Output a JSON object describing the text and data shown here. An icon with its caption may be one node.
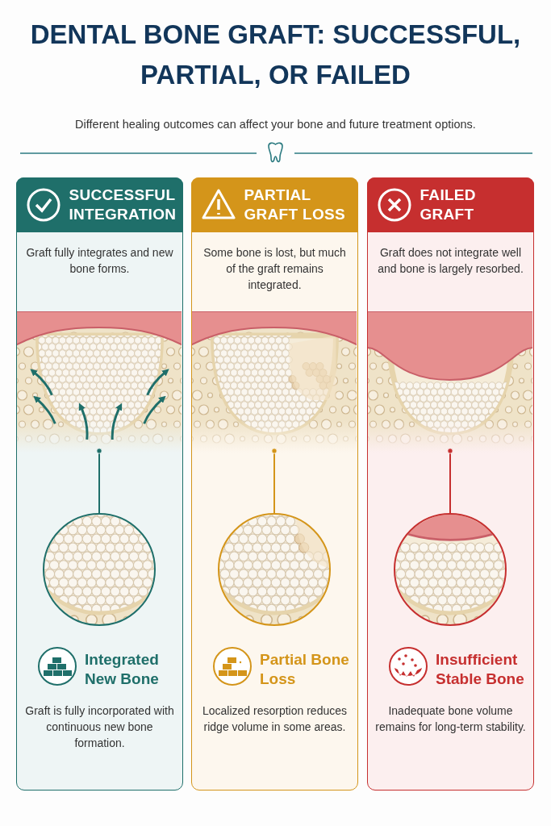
{
  "diagram": {
    "title": "DENTAL BONE GRAFT: SUCCESSFUL, PARTIAL, OR FAILED",
    "nodes": [
      {
        "text": [
          "SUCCESSFUL INTEGRATION",
          "Graft fully integrates and new bone forms.",
          "Integrated New Bone",
          "Graft is fully incorporated with continuous new bone formation."
        ]
      },
      {
        "text": [],
        "shape": "picture",
        "in": 0
      },
      {
        "text": [],
        "shape": "picture",
        "in": 0
      },
      {
        "text": [
          "PARTIAL GRAFT LOSS",
          "Some bone is lost, but much of the graft remains integrated.",
          "Partial Bone Loss",
          "Localized resorption reduces ridge volume in some areas."
        ]
      },
      {
        "text": [],
        "shape": "picture",
        "in": 3
      },
      {
        "text": [],
        "shape": "picture",
        "in": 3
      },
      {
        "text": [
          "FAILED GRAFT",
          "Graft does not integrate well and bone is largely resorbed.",
          "Insufficient Stable Bone",
          "Inadequate bone volume remains for long-term stability."
        ]
      },
      {
        "text": [],
        "shape": "picture",
        "in": 6
      },
      {
        "text": [],
        "shape": "picture",
        "in": 6
      }
    ],
    "edges": [
      {
        "from": 1,
        "to": 2,
        "arrow": "other",
        "color": "#1f6f6a"
      },
      {
        "from": 4,
        "to": 5,
        "arrow": "other",
        "color": "#d4951a"
      },
      {
        "from": 7,
        "to": 8,
        "arrow": "other",
        "color": "#c62f2f"
      }
    ],
    "labels": [
      "Different healing outcomes can affect your bone and future treatment options."
    ]
  }
}
